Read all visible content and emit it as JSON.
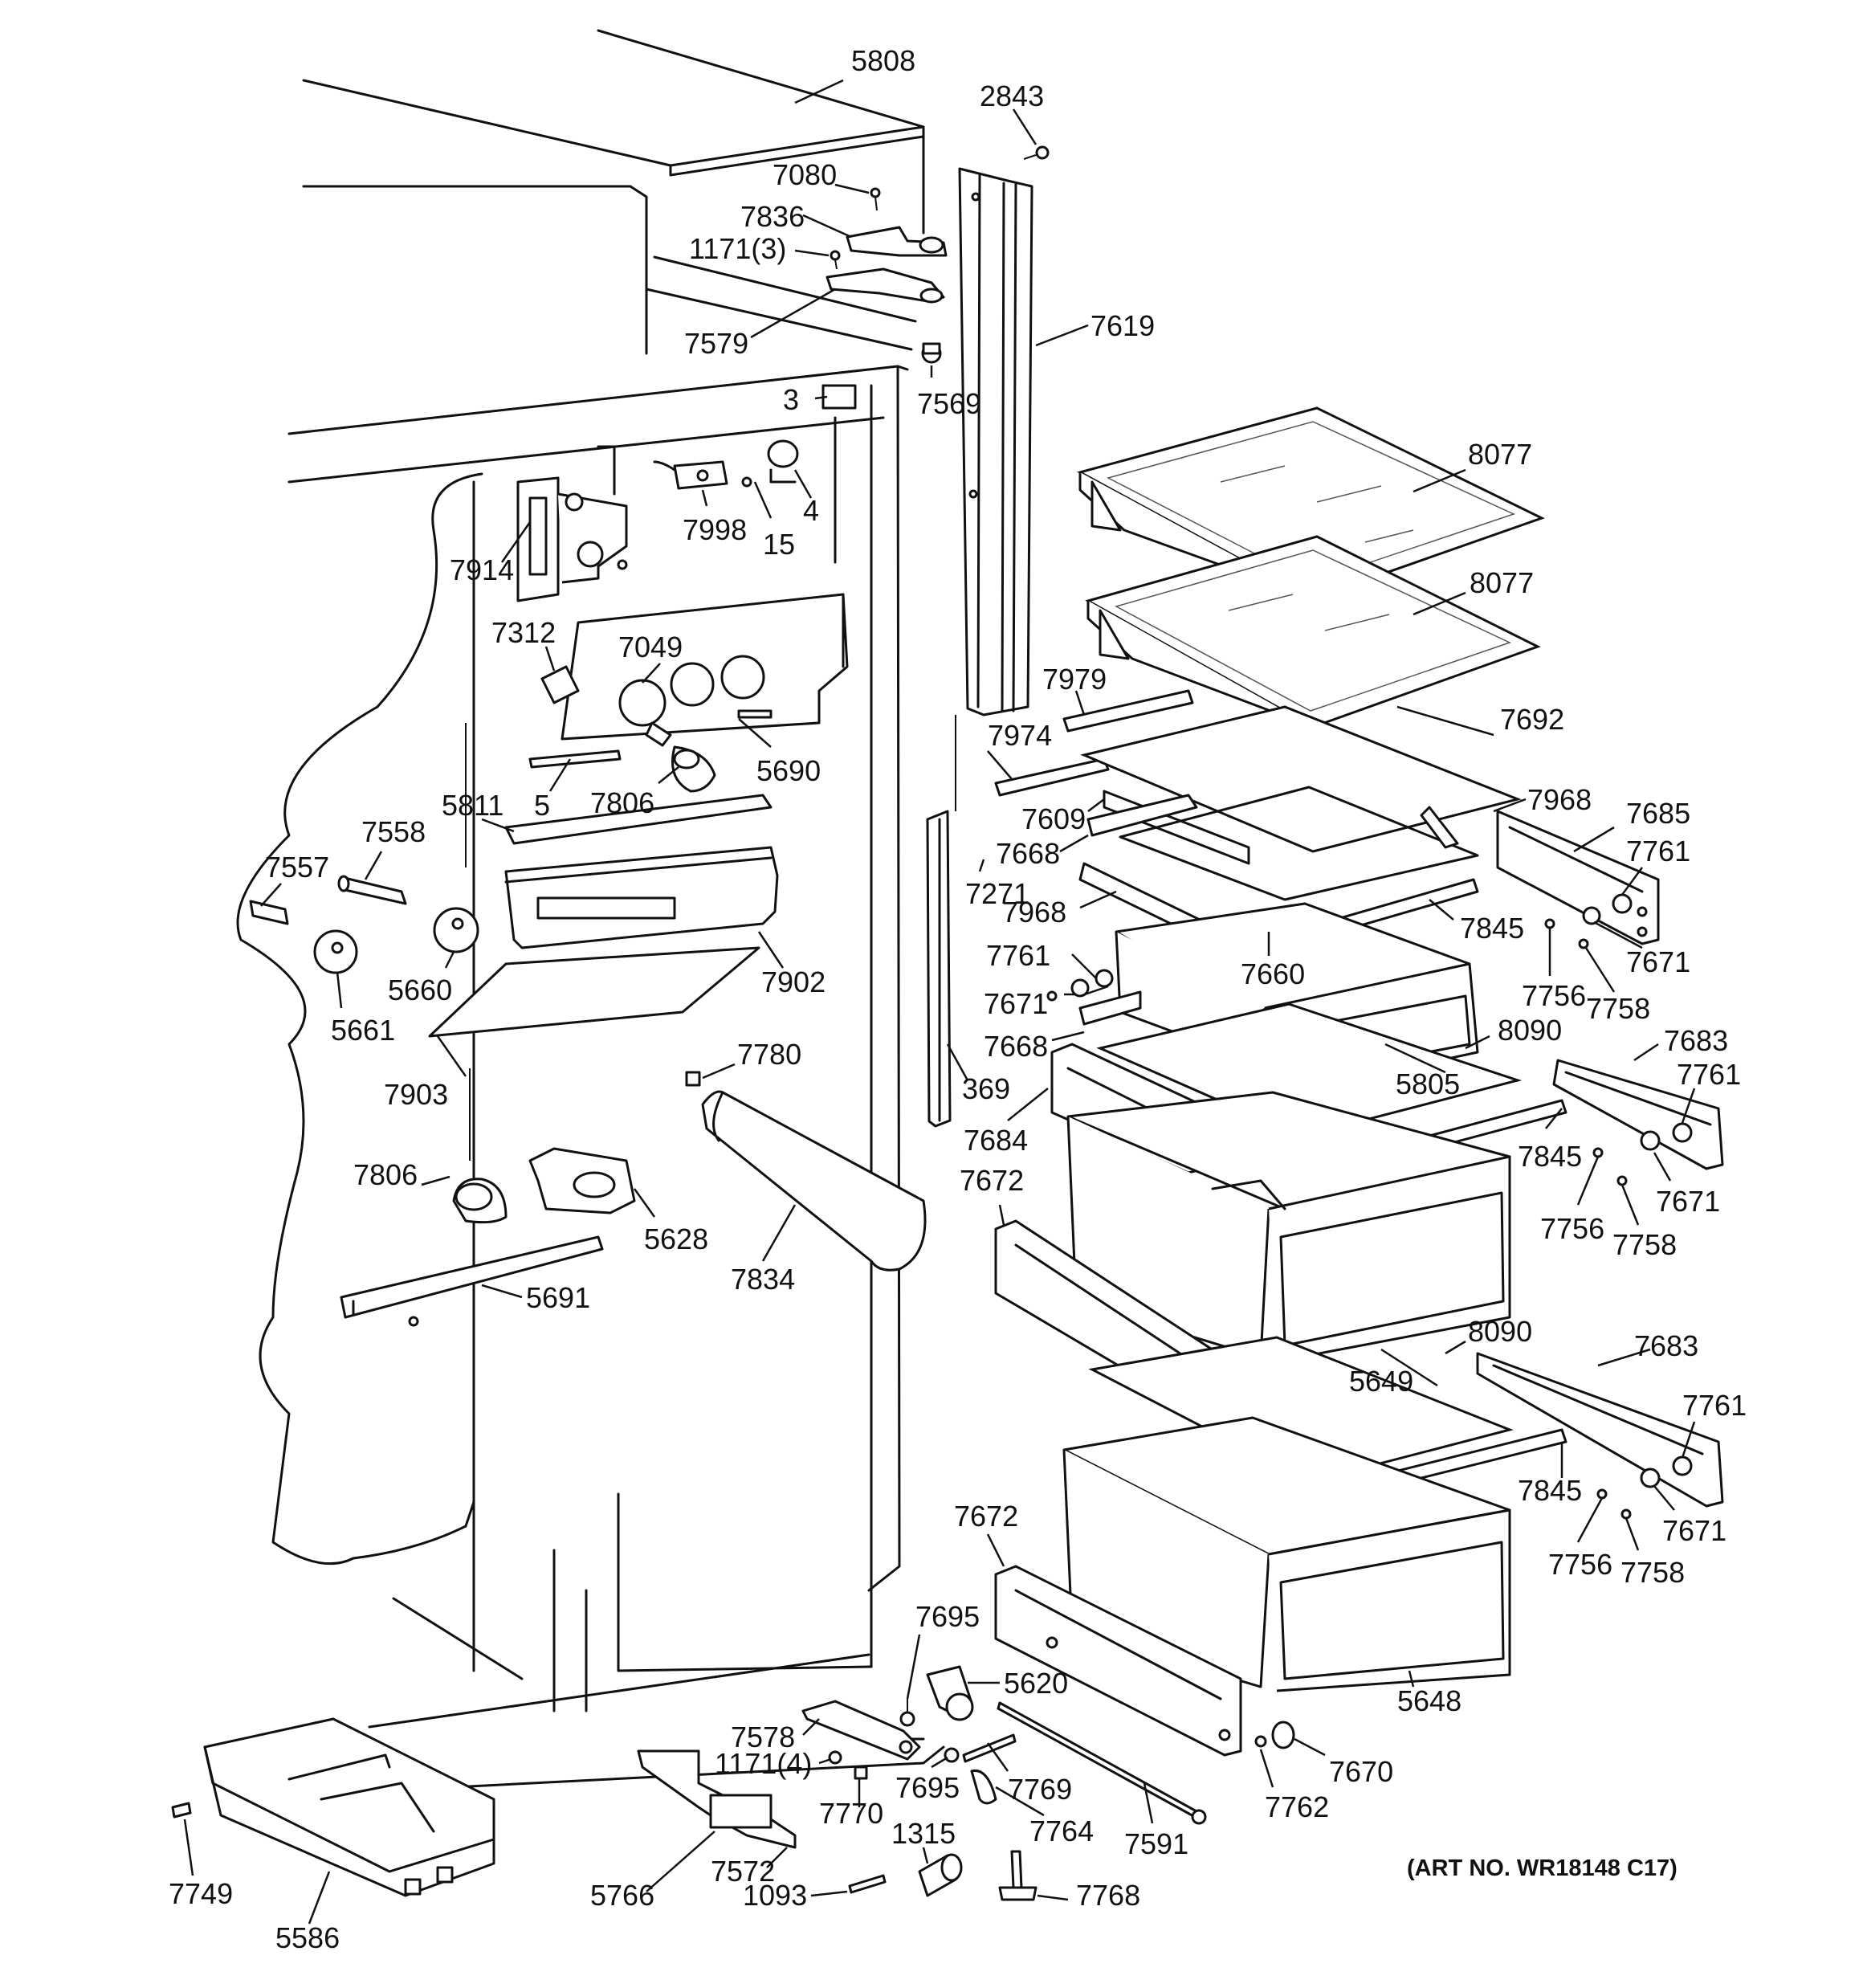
{
  "diagram": {
    "art_number": "(ART NO. WR18148 C17)",
    "labels": [
      "5808",
      "2843",
      "7080",
      "7836",
      "1171(3)",
      "7579",
      "7619",
      "7569",
      "3",
      "8077",
      "7998",
      "15",
      "4",
      "7914",
      "8077",
      "7312",
      "7049",
      "7979",
      "7692",
      "7974",
      "5690",
      "5811",
      "5",
      "7806",
      "7609",
      "7968",
      "7685",
      "7558",
      "7668",
      "7761",
      "7557",
      "7271",
      "7968",
      "7845",
      "7761",
      "7671",
      "7756",
      "7660",
      "7671",
      "5660",
      "7902",
      "7758",
      "8090",
      "7668",
      "7683",
      "5661",
      "7780",
      "369",
      "5805",
      "7761",
      "7903",
      "7684",
      "7845",
      "7806",
      "7672",
      "7756",
      "7671",
      "5628",
      "7758",
      "5691",
      "7834",
      "8090",
      "7683",
      "5649",
      "7761",
      "7845",
      "7671",
      "7756",
      "7758",
      "7672",
      "7695",
      "5620",
      "5648",
      "7578",
      "1171(4)",
      "7695",
      "7769",
      "7670",
      "7770",
      "7762",
      "1315",
      "7764",
      "7572",
      "7591",
      "7749",
      "5766",
      "1093",
      "7768",
      "5586"
    ]
  }
}
